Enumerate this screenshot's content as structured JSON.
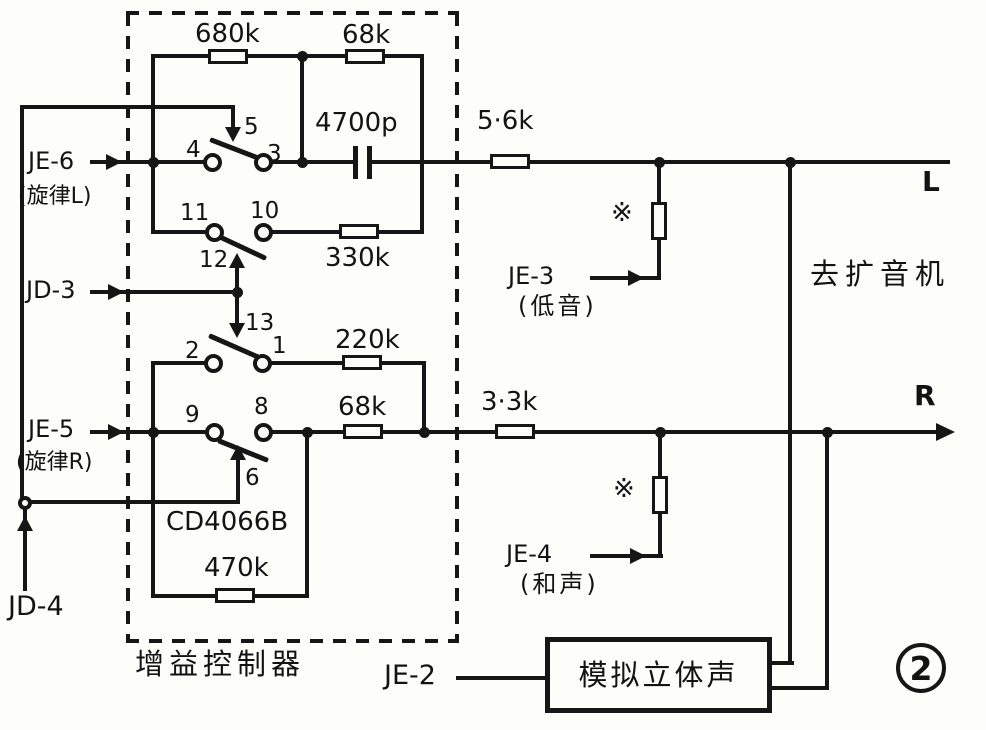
{
  "inputs": {
    "je6": {
      "label": "JE-6",
      "sub": "(旋律L)"
    },
    "jd3": {
      "label": "JD-3"
    },
    "je5": {
      "label": "JE-5",
      "sub": "(旋律R)"
    },
    "jd4": {
      "label": "JD-4"
    },
    "je3": {
      "label": "JE-3",
      "sub": "(低音)"
    },
    "je4": {
      "label": "JE-4",
      "sub": "(和声)"
    },
    "je2": {
      "label": "JE-2"
    }
  },
  "components": {
    "r680k": "680k",
    "r68k_top": "68k",
    "c4700p": "4700p",
    "r330k": "330k",
    "r220k": "220k",
    "r68k_bottom": "68k",
    "r470k": "470k",
    "r5k6": "5·6k",
    "r3k3": "3·3k",
    "star_top": "※",
    "star_bottom": "※"
  },
  "ic": {
    "part": "CD4066B",
    "pins": {
      "p1": "1",
      "p2": "2",
      "p3": "3",
      "p4": "4",
      "p5": "5",
      "p6": "6",
      "p8": "8",
      "p9": "9",
      "p10": "10",
      "p11": "11",
      "p12": "12",
      "p13": "13"
    }
  },
  "blocks": {
    "gain_controller": "增益控制器",
    "stereo_synth": "模拟立体声"
  },
  "outputs": {
    "destination": "去扩音机",
    "left": "L",
    "right": "R"
  },
  "figure": {
    "number": "2"
  }
}
